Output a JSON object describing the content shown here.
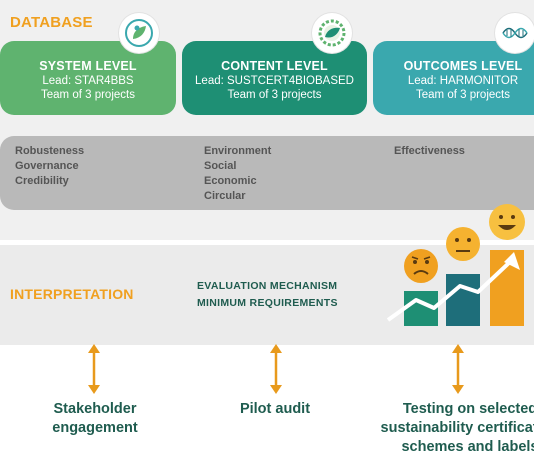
{
  "database": {
    "title": "DATABASE",
    "levels": [
      {
        "title": "SYSTEM LEVEL",
        "lead": "Lead: STAR4BBS",
        "team": "Team of 3 projects",
        "color": "#5fb36f",
        "icon": "leaf-person-icon"
      },
      {
        "title": "CONTENT LEVEL",
        "lead": "Lead: SUSTCERT4BIOBASED",
        "team": "Team of 3 projects",
        "color": "#1e8f74",
        "icon": "gear-leaf-icon"
      },
      {
        "title": "OUTCOMES LEVEL",
        "lead": "Lead: HARMONITOR",
        "team": "Team of 3 projects",
        "color": "#3aa8ae",
        "icon": "dna-icon"
      }
    ],
    "criteria": [
      [
        "Robusteness",
        "Governance",
        "Credibility"
      ],
      [
        "Environment",
        "Social",
        "Economic",
        "Circular"
      ],
      [
        "Effectiveness"
      ]
    ]
  },
  "interpretation": {
    "title": "INTERPRETATION",
    "mechanism": [
      "EVALUATION MECHANISM",
      "MINIMUM REQUIREMENTS"
    ],
    "graphic": {
      "bars": [
        {
          "level": 0.35,
          "color": "#1e8f74"
        },
        {
          "level": 0.55,
          "color": "#1e6e7a"
        },
        {
          "level": 0.8,
          "color": "#f0a020"
        }
      ],
      "faces": [
        "sad-face-icon",
        "neutral-face-icon",
        "happy-face-icon"
      ]
    }
  },
  "outputs": [
    {
      "lines": [
        "Stakeholder",
        "engagement"
      ]
    },
    {
      "lines": [
        "Pilot audit"
      ]
    },
    {
      "lines": [
        "Testing on selected",
        "sustainability certification",
        "schemes and labels"
      ]
    }
  ],
  "colors": {
    "accent": "#f0a020",
    "text_dark": "#1f5c4f"
  }
}
